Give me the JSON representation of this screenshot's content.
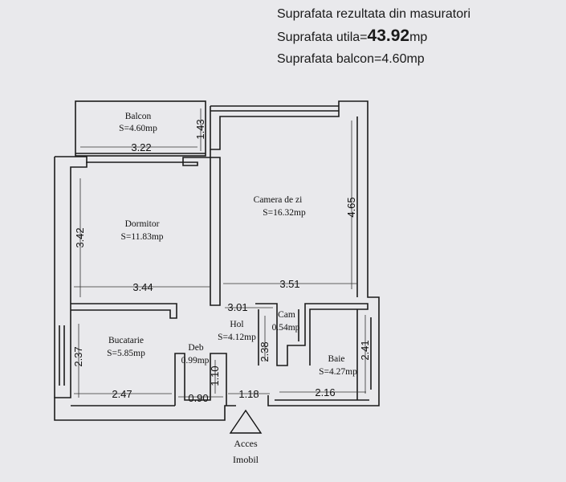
{
  "header": {
    "title": "Suprafata rezultata din masuratori",
    "usable_prefix": "Suprafata utila=",
    "usable_value": "43.92",
    "usable_unit": "mp",
    "balcony": "Suprafata balcon=4.60mp"
  },
  "rooms": {
    "balcon": {
      "name": "Balcon",
      "area": "S=4.60mp"
    },
    "camera": {
      "name": "Camera de zi",
      "area": "S=16.32mp"
    },
    "dormitor": {
      "name": "Dormitor",
      "area": "S=11.83mp"
    },
    "bucatarie": {
      "name": "Bucatarie",
      "area": "S=5.85mp"
    },
    "hol": {
      "name": "Hol",
      "area": "S=4.12mp"
    },
    "cam": {
      "name": "Cam",
      "area": "0.54mp"
    },
    "deb": {
      "name": "Deb",
      "area": "0.99mp"
    },
    "baie": {
      "name": "Baie",
      "area": "S=4.27mp"
    }
  },
  "dimensions": {
    "balcon_width": "3.22",
    "balcon_depth": "1.43",
    "camera_height": "4.65",
    "dormitor_height": "3.42",
    "dormitor_width": "3.44",
    "camera_width": "3.51",
    "hol_width": "3.01",
    "bucatarie_height": "2.37",
    "hol_height": "2.38",
    "baie_height": "2.41",
    "bucatarie_width": "2.47",
    "deb_width": "0.90",
    "deb_height": "1.10",
    "entrance_width": "1.18",
    "baie_width": "2.16"
  },
  "access": {
    "line1": "Acces",
    "line2": "Imobil"
  }
}
